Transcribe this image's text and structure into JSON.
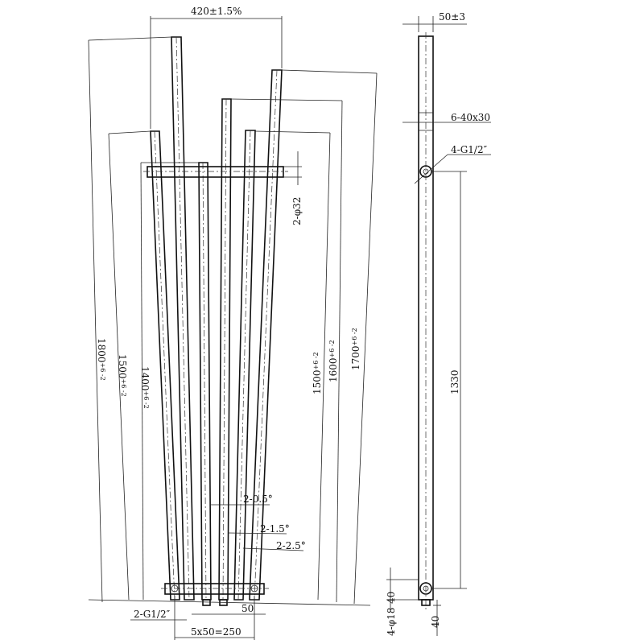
{
  "front_view": {
    "width_dim": "420±1.5%",
    "heights": [
      {
        "base": "1800",
        "tol": "+6 -2"
      },
      {
        "base": "1500",
        "tol": "+6 -2"
      },
      {
        "base": "1400",
        "tol": "+6 -2"
      },
      {
        "base": "1500",
        "tol": "+6 -2"
      },
      {
        "base": "1600",
        "tol": "+6 -2"
      },
      {
        "base": "1700",
        "tol": "+6 -2"
      }
    ],
    "rail_dim": "2-φ32",
    "angles": [
      "2-0.5°",
      "2-1.5°",
      "2-2.5°"
    ],
    "inlet": "2-G1/2″",
    "pitch": "50",
    "spacing": "5x50=250"
  },
  "side_view": {
    "depth_dim": "50±3",
    "tube_dim": "6-40x30",
    "connector": "4-G1/2″",
    "center_distance": "1330",
    "bottom_offset": "40",
    "hole": "4-φ18",
    "foot": "40"
  }
}
